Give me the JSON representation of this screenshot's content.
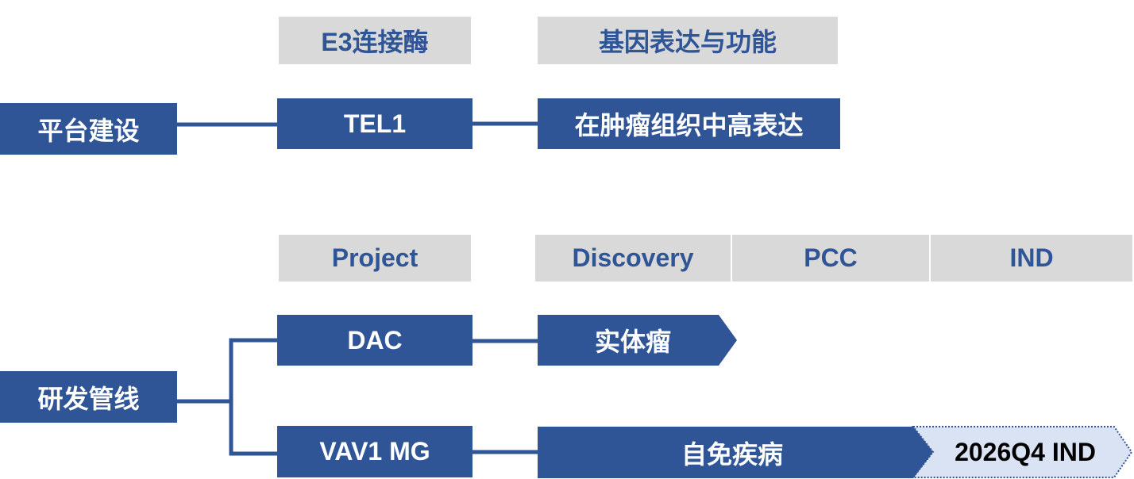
{
  "colors": {
    "primary": "#2F5597",
    "header_bg": "#D9D9D9",
    "milestone_bg": "#DAE3F3"
  },
  "platform": {
    "label": "平台建设",
    "headers": [
      "E3连接酶",
      "基因表达与功能"
    ],
    "target": "TEL1",
    "expression": "在肿瘤组织中高表达"
  },
  "pipeline": {
    "label": "研发管线",
    "headers": {
      "project": "Project",
      "stages": [
        "Discovery",
        "PCC",
        "IND"
      ]
    },
    "projects": [
      {
        "name": "DAC",
        "indication": "实体瘤"
      },
      {
        "name": "VAV1 MG",
        "indication": "自免疾病",
        "milestone": "2026Q4 IND"
      }
    ]
  }
}
